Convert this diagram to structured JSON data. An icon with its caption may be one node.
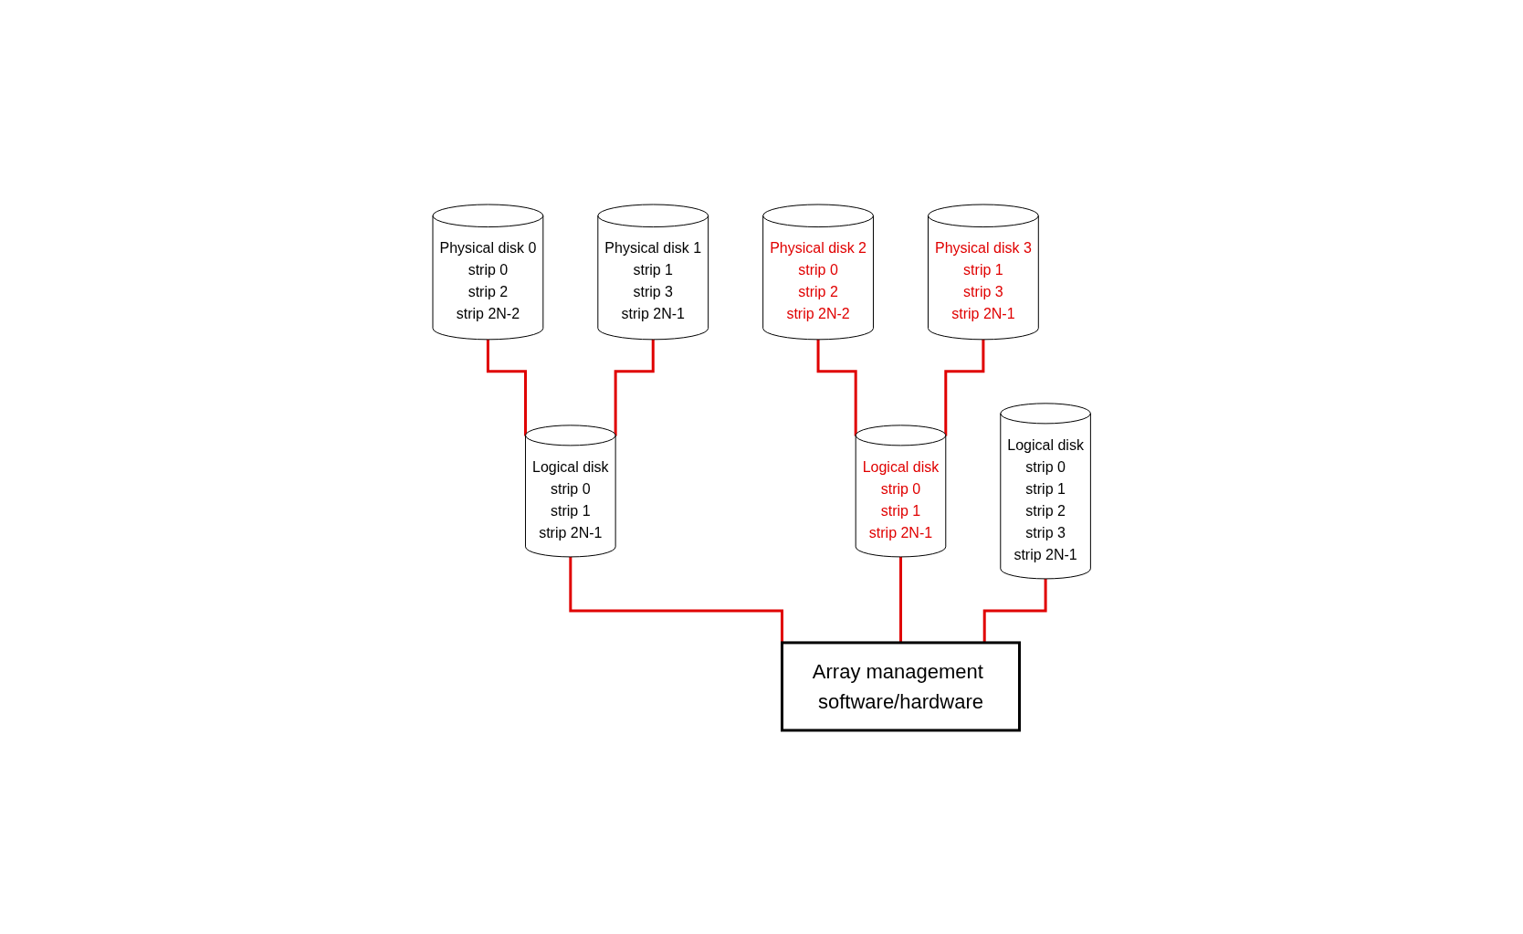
{
  "diagram": {
    "nodes": [
      {
        "text": [
          "Logical disk",
          "strip 0",
          "strip 1",
          "strip 2",
          "strip 3",
          "strip 2N-1"
        ]
      },
      {
        "text": [
          "Physical disk 0",
          "strip 0",
          "strip 2",
          "strip 2N-2"
        ]
      },
      {
        "text": [
          "Physical disk 1",
          "strip 1",
          "strip 3",
          "strip 2N-1"
        ]
      },
      {
        "text": [
          "Physical disk 2",
          "strip 0",
          "strip 2",
          "strip 2N-2"
        ]
      },
      {
        "text": [
          "Physical disk 3",
          "strip 1",
          "strip 3",
          "strip 2N-1"
        ]
      },
      {
        "text": [
          "Logical disk",
          "strip 0",
          "strip 1",
          "strip 2N-1"
        ]
      },
      {
        "text": [
          "Logical disk",
          "strip 0",
          "strip 1",
          "strip 2N-1"
        ]
      },
      {
        "text": [
          "Array management software/hardware"
        ]
      }
    ],
    "edges": [
      {
        "from": 1,
        "to": 5,
        "arrow": "none"
      },
      {
        "from": 2,
        "to": 5,
        "arrow": "none"
      },
      {
        "from": 3,
        "to": 6,
        "arrow": "none"
      },
      {
        "from": 4,
        "to": 6,
        "arrow": "none"
      },
      {
        "from": 5,
        "to": 7,
        "arrow": "none"
      },
      {
        "from": 6,
        "to": 7,
        "arrow": "none"
      },
      {
        "from": 0,
        "to": 7,
        "arrow": "none"
      }
    ]
  }
}
